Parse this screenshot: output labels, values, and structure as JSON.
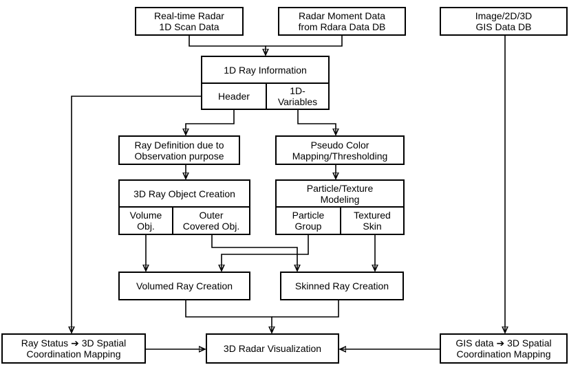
{
  "boxes": {
    "realtime_radar": "Real-time Radar\n1D Scan Data",
    "radar_moment": "Radar Moment Data\nfrom Rdara Data DB",
    "gis_db": "Image/2D/3D\nGIS Data DB",
    "ray_info": "1D Ray Information",
    "header": "Header",
    "variables": "1D-\nVariables",
    "ray_definition": "Ray Definition due to\nObservation purpose",
    "pseudo_color": "Pseudo Color\nMapping/Thresholding",
    "ray_object_creation": "3D Ray Object Creation",
    "volume_obj": "Volume\nObj.",
    "outer_covered": "Outer\nCovered Obj.",
    "particle_texture": "Particle/Texture\nModeling",
    "particle_group": "Particle\nGroup",
    "textured_skin": "Textured\nSkin",
    "volumed_ray": "Volumed Ray Creation",
    "skinned_ray": "Skinned Ray Creation",
    "ray_status": "Ray Status ➔ 3D Spatial\nCoordination Mapping",
    "radar_visualization": "3D Radar Visualization",
    "gis_mapping": "GIS data ➔ 3D Spatial\nCoordination Mapping"
  }
}
